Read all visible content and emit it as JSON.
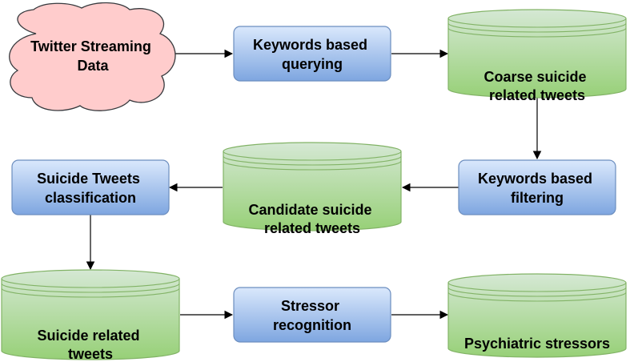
{
  "colors": {
    "process_fill_top": "#dae8fc",
    "process_fill_bottom": "#7ea6e0",
    "process_stroke": "#6c8ebf",
    "store_fill_top": "#d5e8d4",
    "store_fill_bottom": "#97d077",
    "store_stroke": "#82b366",
    "cloud_fill": "#ffcccc",
    "cloud_stroke": "#36393d",
    "arrow": "#000000"
  },
  "nodes": {
    "twitter": {
      "line1": "Twitter Streaming",
      "line2": "Data"
    },
    "keywords_query": {
      "line1": "Keywords based",
      "line2": "querying"
    },
    "coarse": {
      "line1": "Coarse suicide",
      "line2": "related tweets"
    },
    "keywords_filter": {
      "line1": "Keywords based",
      "line2": "filtering"
    },
    "candidate": {
      "line1": "Candidate suicide",
      "line2": "related tweets"
    },
    "classification": {
      "line1": "Suicide Tweets",
      "line2": "classification"
    },
    "suicide_related": {
      "line1": "Suicide related",
      "line2": "tweets"
    },
    "stressor": {
      "line1": "Stressor",
      "line2": "recognition"
    },
    "psychiatric": {
      "line1": "Psychiatric stressors"
    }
  }
}
